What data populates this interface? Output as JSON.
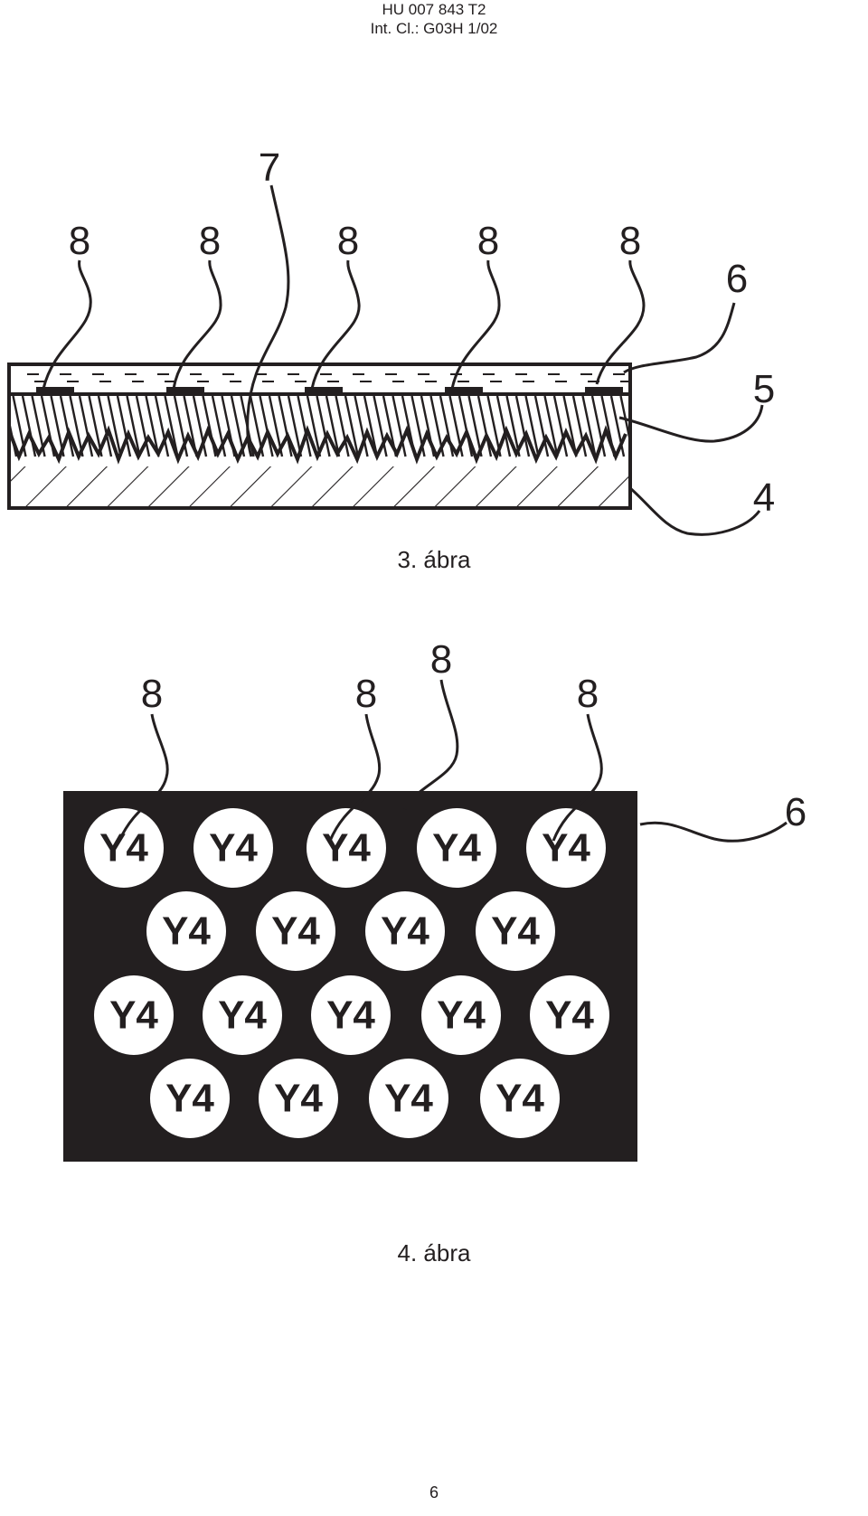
{
  "header": {
    "doc_number": "HU 007 843 T2",
    "classification": "Int. Cl.: G03H 1/02"
  },
  "figure3": {
    "caption": "3. ábra",
    "labels": {
      "eight": "8",
      "seven": "7",
      "six": "6",
      "five": "5",
      "four": "4"
    }
  },
  "figure4": {
    "caption": "4. ábra",
    "labels": {
      "eight": "8",
      "six": "6"
    },
    "disc_text": "Y4"
  },
  "page_number": "6"
}
